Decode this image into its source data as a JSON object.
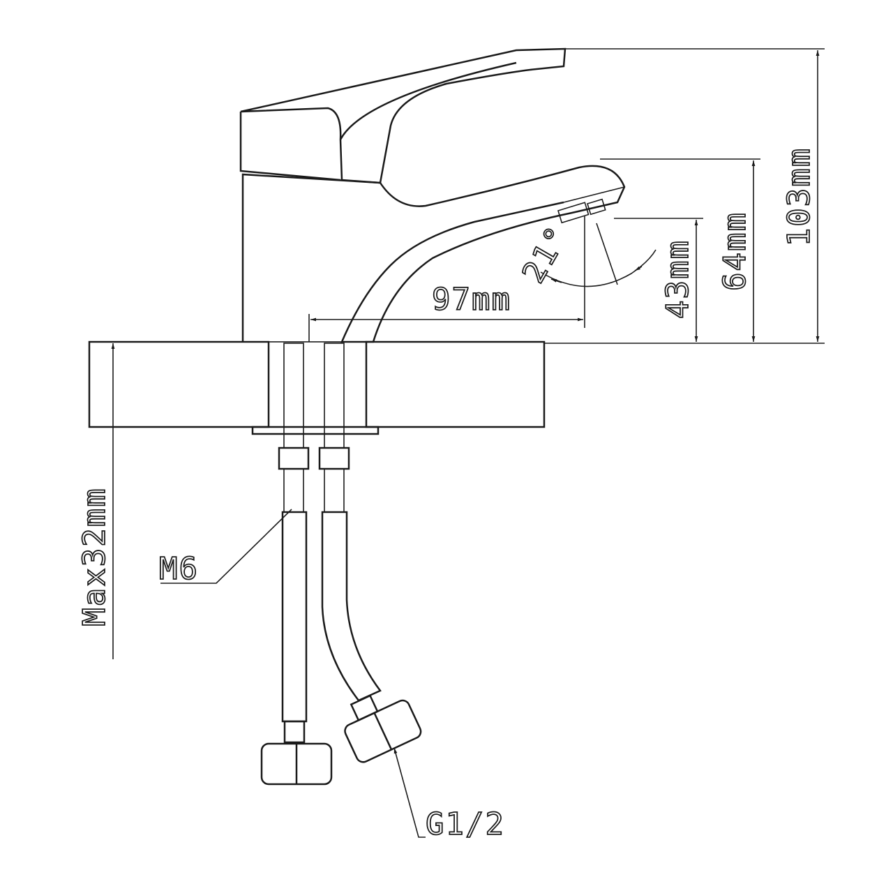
{
  "title": "Basin mixer tap dimension drawing",
  "dimensions": {
    "total_height": "103mm",
    "spout_height": "64mm",
    "outlet_height": "43mm",
    "spout_reach": "97mm",
    "max_counter_thickness": "Max32mm",
    "swivel_angle": "21°"
  },
  "callouts": {
    "stud_thread": "M6",
    "hose_connection": "G1/2"
  },
  "colors": {
    "line": "#1a1a1a",
    "background": "#ffffff"
  }
}
